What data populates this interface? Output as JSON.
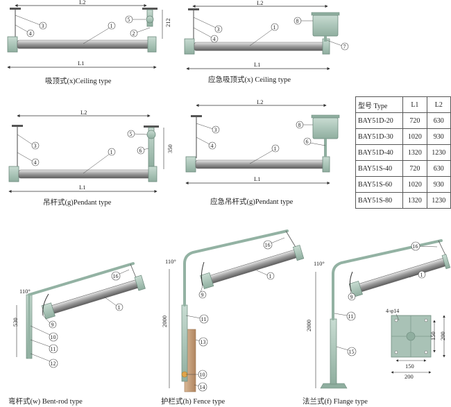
{
  "captions": {
    "ceiling": "吸顶式(x)Ceiling   type",
    "emergency_ceiling": "应急吸顶式(x) Ceiling   type",
    "pendant": "吊杆式(g)Pendant   type",
    "emergency_pendant": "应急吊杆式(g)Pendant   type",
    "bent_rod": "弯杆式(w)  Bent-rod type",
    "fence": "护栏式(h)  Fence type",
    "flange": "法兰式(f)  Flange type"
  },
  "dimensions": {
    "l1": "L1",
    "l2": "L2",
    "ceiling_height": "212",
    "pendant_height": "350",
    "bent_height": "530",
    "pole_height": "2000",
    "angle": "110°",
    "holes": "4-φ14",
    "inner_w": "150",
    "outer_w": "200",
    "inner_h": "150",
    "outer_h": "200"
  },
  "callouts": {
    "c1": "1",
    "c2": "2",
    "c3": "3",
    "c4": "4",
    "c5": "5",
    "c6": "6",
    "c7": "7",
    "c8": "8",
    "c9": "9",
    "c10": "10",
    "c11": "11",
    "c12": "12",
    "c13": "13",
    "c14": "14",
    "c15": "15",
    "c16": "16"
  },
  "spec_table": {
    "headers": [
      "型号 Type",
      "L1",
      "L2"
    ],
    "rows": [
      [
        "BAY51D-20",
        "720",
        "630"
      ],
      [
        "BAY51D-30",
        "1020",
        "930"
      ],
      [
        "BAY51D-40",
        "1320",
        "1230"
      ],
      [
        "BAY51S-40",
        "720",
        "630"
      ],
      [
        "BAY51S-60",
        "1020",
        "930"
      ],
      [
        "BAY51S-80",
        "1320",
        "1230"
      ]
    ]
  },
  "colors": {
    "fixture": "#a9c2b6",
    "fixture_dark": "#7d9a8d",
    "tube": "#9a9a9a",
    "fence_post": "#c9a27c"
  }
}
